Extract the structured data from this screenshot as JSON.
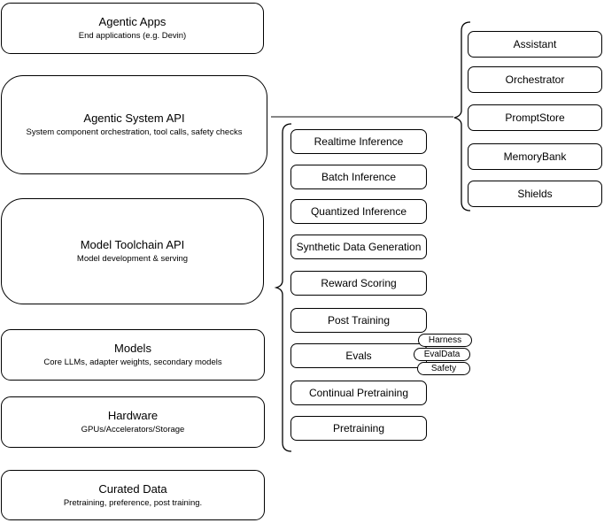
{
  "diagram": {
    "left_stack": [
      {
        "title": "Agentic Apps",
        "subtitle": "End applications (e.g. Devin)"
      },
      {
        "title": "Agentic System API",
        "subtitle": "System component orchestration, tool calls, safety checks"
      },
      {
        "title": "Model Toolchain API",
        "subtitle": "Model development & serving"
      },
      {
        "title": "Models",
        "subtitle": "Core LLMs, adapter weights, secondary models"
      },
      {
        "title": "Hardware",
        "subtitle": "GPUs/Accelerators/Storage"
      },
      {
        "title": "Curated Data",
        "subtitle": "Pretraining, preference, post training."
      }
    ],
    "toolchain_group": {
      "items": [
        "Realtime Inference",
        "Batch Inference",
        "Quantized Inference",
        "Synthetic Data Generation",
        "Reward Scoring",
        "Post Training",
        "Evals",
        "Continual Pretraining",
        "Pretraining"
      ],
      "eval_badges": [
        "Harness",
        "EvalData",
        "Safety"
      ]
    },
    "system_group": {
      "items": [
        "Assistant",
        "Orchestrator",
        "PromptStore",
        "MemoryBank",
        "Shields"
      ]
    },
    "colors": {
      "stroke": "#000000",
      "fill": "#ffffff",
      "text": "#000000",
      "connector": "#3d3d3d"
    }
  }
}
